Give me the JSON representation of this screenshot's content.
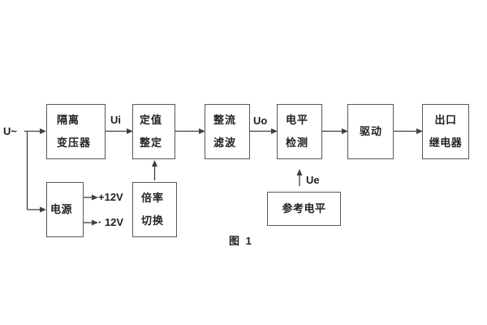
{
  "figure": {
    "caption": "图 1"
  },
  "signals": {
    "input": "U~",
    "ui": "Ui",
    "uo": "Uo",
    "ue": "Ue",
    "rail_positive": "+12V",
    "rail_negative": "· 12V"
  },
  "blocks": {
    "isolation_transformer": {
      "line1": "隔离",
      "line2": "变压器"
    },
    "setpoint_adjust": {
      "line1": "定值",
      "line2": "整定"
    },
    "rectifier_filter": {
      "line1": "整流",
      "line2": "滤波"
    },
    "level_detector": {
      "line1": "电平",
      "line2": "检测"
    },
    "driver": {
      "line1": "驱动"
    },
    "output_relay": {
      "line1": "出口",
      "line2": "继电器"
    },
    "power_supply": {
      "line1": "电源"
    },
    "ratio_switch": {
      "line1": "倍率",
      "line2": "切换"
    },
    "reference_level": {
      "line1": "参考电平"
    }
  },
  "colors": {
    "background": "#ffffff",
    "box_border": "#58585a",
    "connector": "#3f4042",
    "text": "#242124"
  }
}
